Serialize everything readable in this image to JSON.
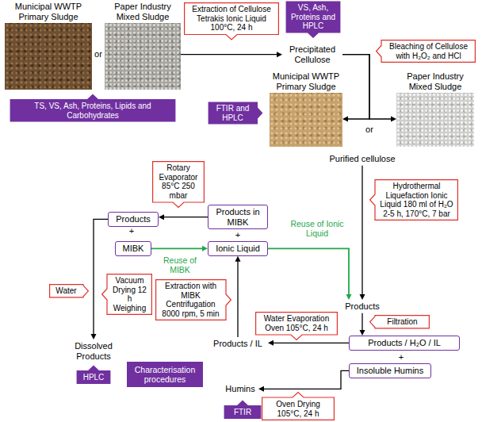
{
  "diagram": {
    "nodes": [
      {
        "text": [
          "Municipal WWTP Primary Sludge"
        ]
      },
      {
        "text": [
          "Paper Industry Mixed Sludge"
        ]
      },
      {
        "text": [
          "TS, VS, Ash, Proteins, Lipids and Carbohydrates"
        ]
      },
      {
        "text": [
          "Extraction of Cellulose Tetrakis Ionic Liquid 100°C, 24 h"
        ]
      },
      {
        "text": [
          "VS, Ash, Proteins and HPLC"
        ]
      },
      {
        "text": [
          "Precipitated Cellulose"
        ]
      },
      {
        "text": [
          "Bleaching of Cellulose with H₂O₂ and HCl"
        ]
      },
      {
        "text": [
          "Municipal WWTP Primary Sludge"
        ]
      },
      {
        "text": [
          "Paper Industry Mixed Sludge"
        ]
      },
      {
        "text": [
          "FTIR and HPLC"
        ]
      },
      {
        "text": [
          "Purified cellulose"
        ]
      },
      {
        "text": [
          "Hydrothermal Liquefaction Ionic Liquid 180 ml of H₂O 2-5 h, 170°C, 7 bar"
        ]
      },
      {
        "text": [
          "Products"
        ]
      },
      {
        "text": [
          "Filtration"
        ]
      },
      {
        "text": [
          "Products / H₂O / IL"
        ]
      },
      {
        "text": [
          "Insoluble Humins"
        ]
      },
      {
        "text": [
          "Water Evaporation Oven 105°C, 24 h"
        ]
      },
      {
        "text": [
          "Products / IL"
        ]
      },
      {
        "text": [
          "Humins"
        ]
      },
      {
        "text": [
          "Oven Drying 105°C, 24 h"
        ]
      },
      {
        "text": [
          "FTIR"
        ]
      },
      {
        "text": [
          "Extraction with MIBK Centrifugation 8000 rpm, 5 min"
        ]
      },
      {
        "text": [
          "Products in MIBK"
        ]
      },
      {
        "text": [
          "Ionic Liquid"
        ]
      },
      {
        "text": [
          "Rotary Evaporator 85°C 250 mbar"
        ]
      },
      {
        "text": [
          "Products"
        ]
      },
      {
        "text": [
          "MIBK"
        ]
      },
      {
        "text": [
          "Water"
        ]
      },
      {
        "text": [
          "Vacuum Drying 12 h Weighing"
        ]
      },
      {
        "text": [
          "Dissolved Products"
        ]
      },
      {
        "text": [
          "HPLC"
        ]
      }
    ],
    "edges": [
      {
        "from": 1,
        "to": 5,
        "arrow": "to"
      },
      {
        "from": 5,
        "to": 7,
        "arrow": "to"
      },
      {
        "from": 5,
        "to": 8,
        "arrow": "to"
      },
      {
        "from": 10,
        "to": 12,
        "arrow": "to"
      },
      {
        "from": 12,
        "to": 14,
        "arrow": "to"
      },
      {
        "from": 14,
        "to": 17,
        "arrow": "to"
      },
      {
        "from": 15,
        "to": 18,
        "arrow": "to"
      },
      {
        "from": 17,
        "to": 23,
        "arrow": "to"
      },
      {
        "from": 22,
        "to": 25,
        "arrow": "to"
      },
      {
        "from": 26,
        "to": 23,
        "label": "Reuse of MIBK",
        "arrow": "to"
      },
      {
        "from": 23,
        "to": 12,
        "label": "Reuse of Ionic Liquid",
        "arrow": "to"
      },
      {
        "from": 25,
        "to": 29,
        "arrow": "to"
      }
    ],
    "labels": [
      "or",
      "or",
      "+",
      "+",
      "+"
    ],
    "legend": [
      {
        "text": "Characterisation procedures",
        "color": "#7030a0"
      }
    ]
  }
}
